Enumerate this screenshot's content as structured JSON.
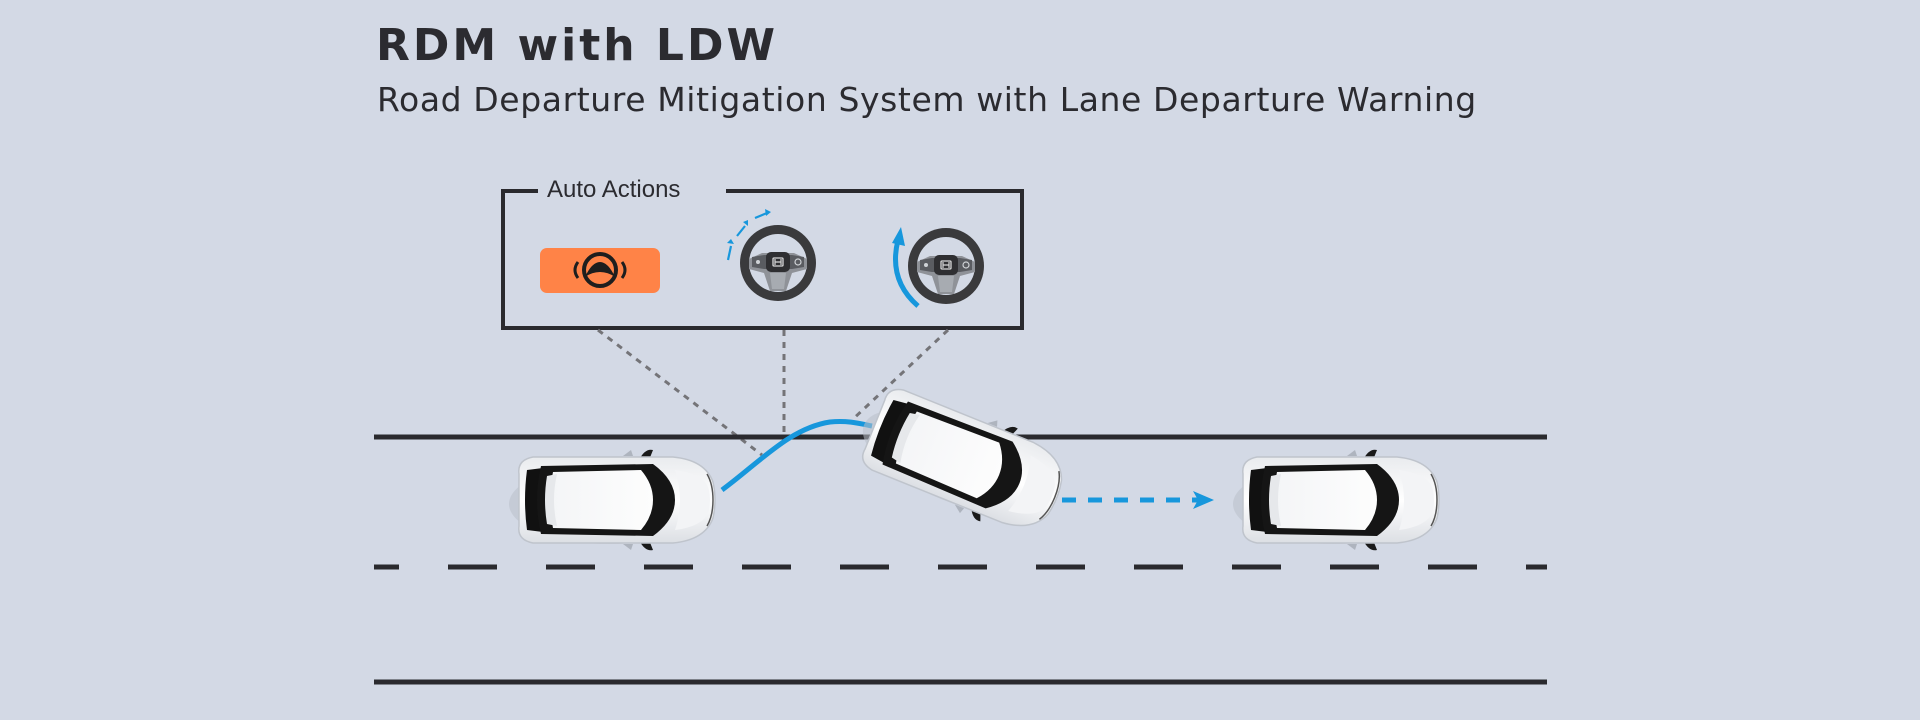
{
  "header": {
    "title": "RDM with LDW",
    "subtitle": "Road Departure Mitigation System with Lane Departure Warning"
  },
  "auto_actions": {
    "label": "Auto Actions",
    "items": [
      {
        "name": "steering-wheel-warning",
        "icon": "steering-wheel-vibration-icon"
      },
      {
        "name": "steering-assist",
        "icon": "steering-wheel-assist-icon"
      },
      {
        "name": "braking-assist",
        "icon": "steering-wheel-rotate-icon"
      }
    ]
  },
  "colors": {
    "background": "#d3d9e5",
    "text": "#2b2b30",
    "accent_blue": "#1797dc",
    "warning_orange": "#ff8347",
    "road_line": "#2a2a2e",
    "leader_line": "#747478"
  },
  "scene": {
    "cars": [
      "car-start",
      "car-correcting",
      "car-recovered"
    ]
  }
}
